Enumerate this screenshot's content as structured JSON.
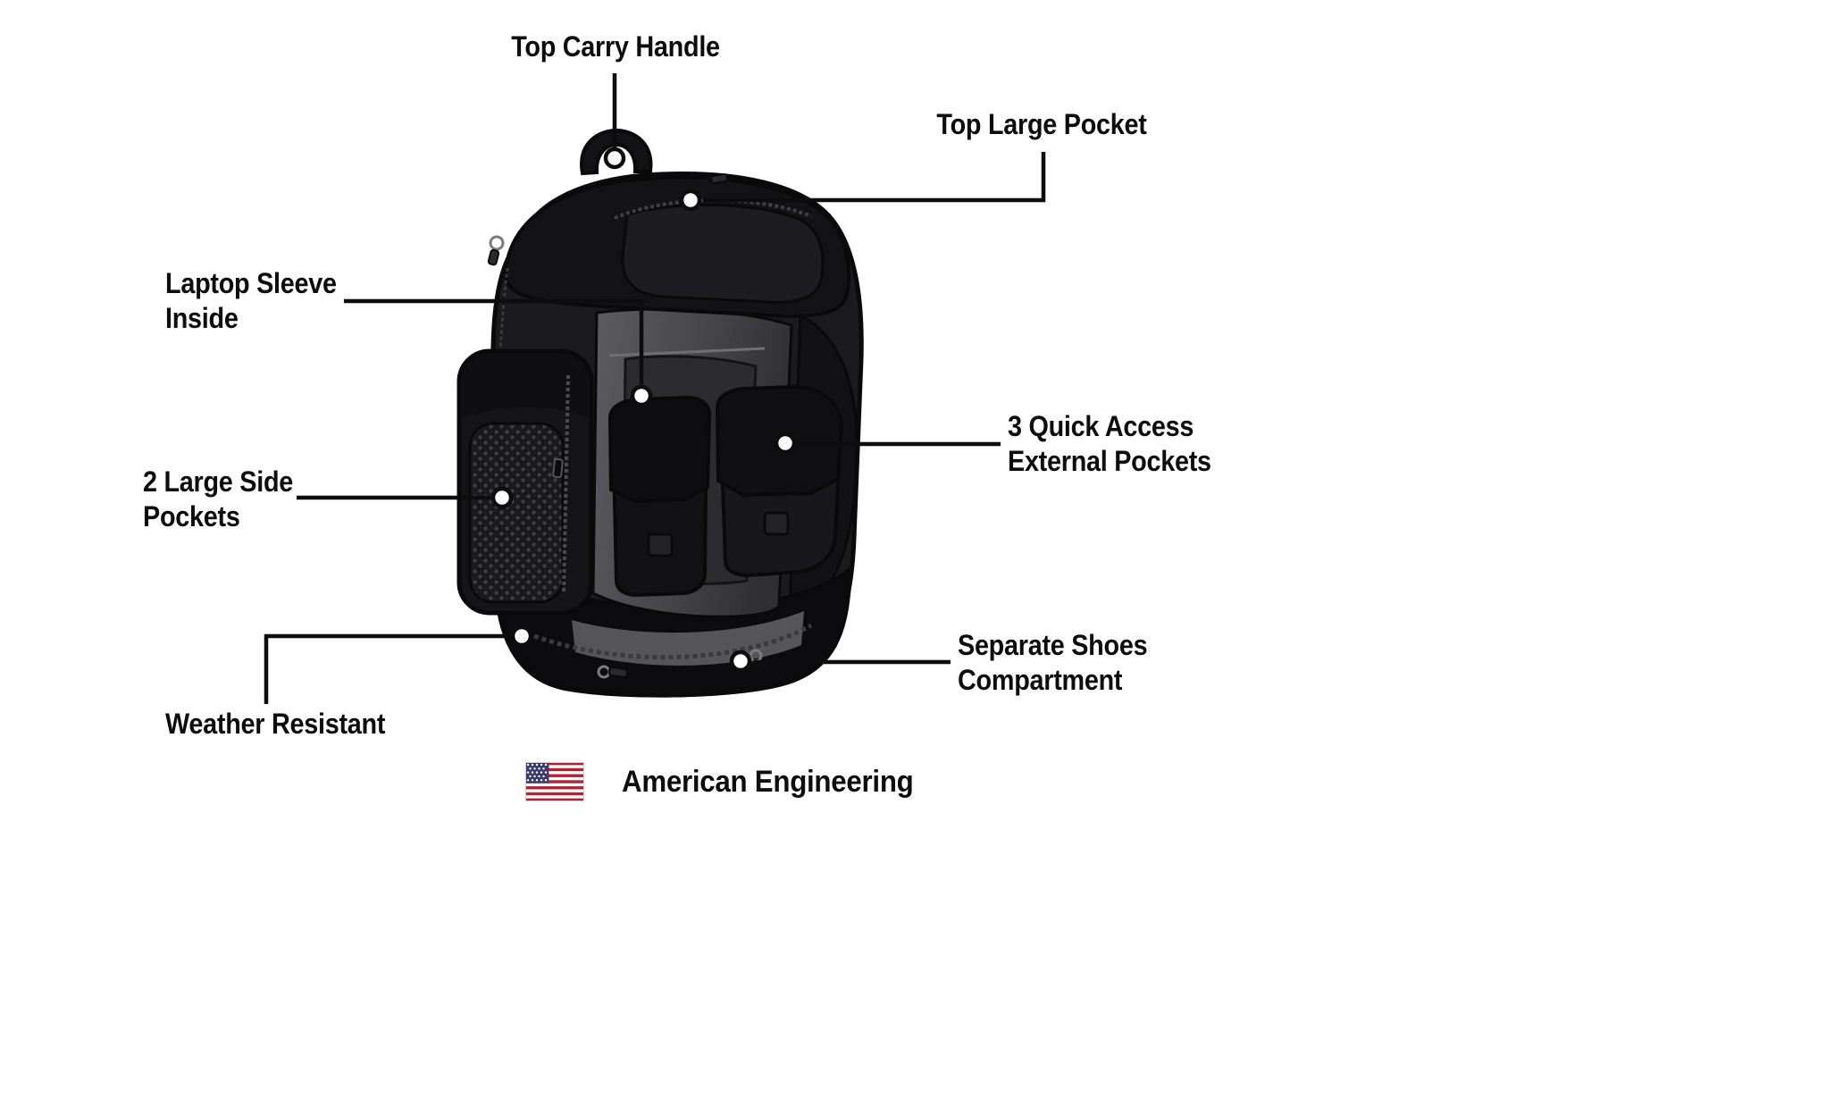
{
  "labels": {
    "top_carry_handle": "Top Carry Handle",
    "top_large_pocket": "Top Large Pocket",
    "laptop_sleeve": "Laptop Sleeve\nInside",
    "side_pockets": "2 Large Side\nPockets",
    "quick_access": "3 Quick Access\nExternal Pockets",
    "weather_resistant": "Weather Resistant",
    "shoes_compartment": "Separate Shoes\nCompartment",
    "american_engineering": "American Engineering"
  },
  "colors": {
    "text": "#0d0d0d",
    "callout_line": "#0d0d0d",
    "bag_black": "#1b1b1e",
    "bag_lid": "#131316",
    "panel_grey": "#47474b",
    "flag_red": "#B22234",
    "flag_white": "#ffffff",
    "flag_blue": "#3C3B6E"
  }
}
